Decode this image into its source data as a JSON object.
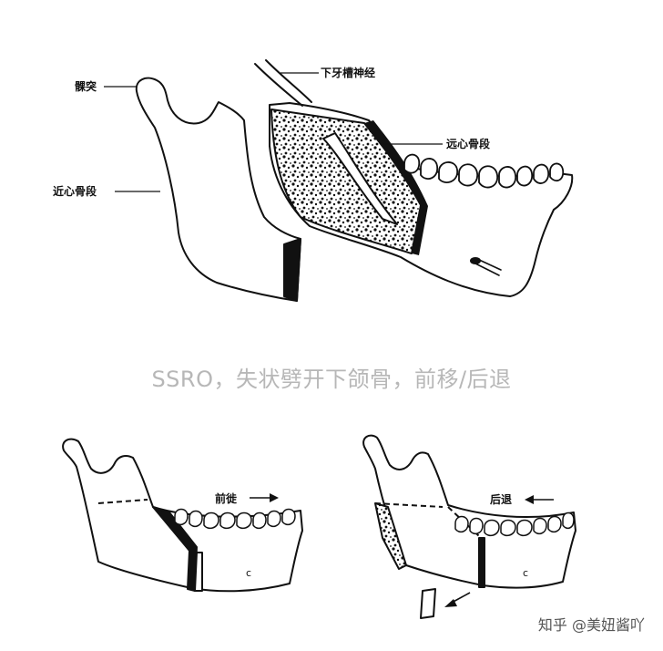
{
  "top_figure": {
    "labels": {
      "condyle": "髁突",
      "inferior_alveolar_nerve": "下牙槽神经",
      "distal_segment": "远心骨段",
      "proximal_segment": "近心骨段"
    }
  },
  "caption": "SSRO，失状劈开下颌骨，前移/后退",
  "bottom_left": {
    "label": "前徙"
  },
  "bottom_right": {
    "label": "后退"
  },
  "watermark": "知乎 @美妞酱吖"
}
